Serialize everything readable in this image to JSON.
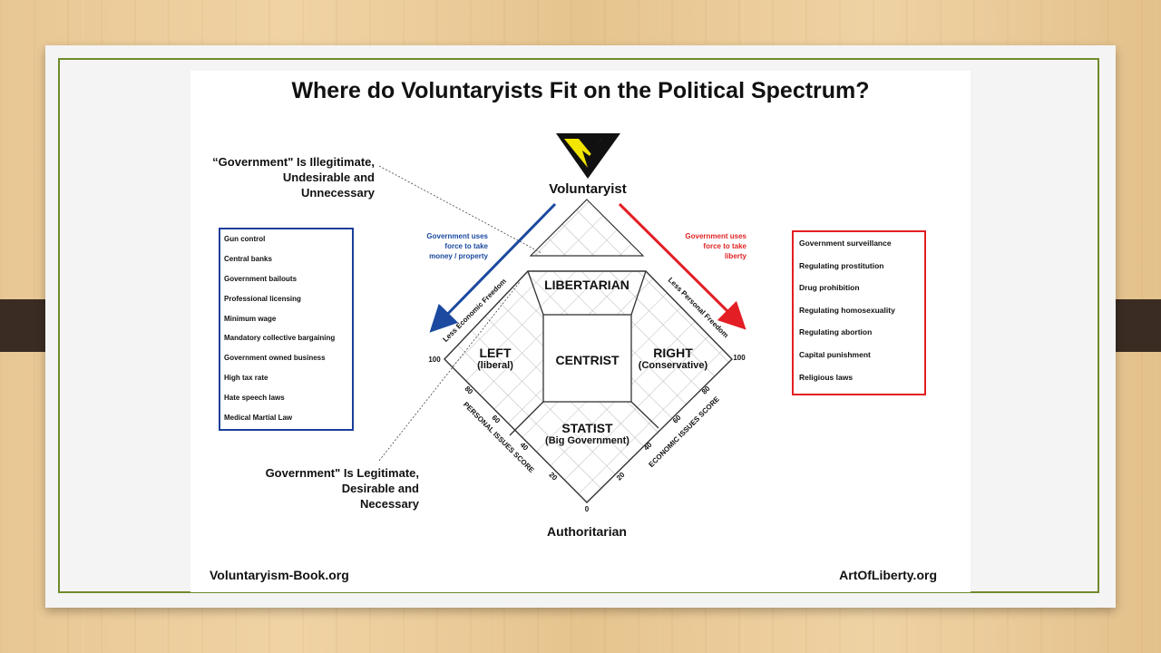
{
  "title": "Where do Voluntaryists Fit on the Political Spectrum?",
  "top_label": "Voluntaryist",
  "bottom_label": "Authoritarian",
  "note_top": [
    "“Government\" Is Illegitimate,",
    "Undesirable and",
    "Unnecessary"
  ],
  "note_bottom": [
    "Government\" Is Legitimate,",
    "Desirable and",
    "Necessary"
  ],
  "left_arrow_note": [
    "Government uses",
    "force to take",
    "money / property"
  ],
  "right_arrow_note": [
    "Government uses",
    "force to take",
    "liberty"
  ],
  "left_list": [
    "Gun control",
    "Central banks",
    "Government bailouts",
    "Professional licensing",
    "Minimum wage",
    "Mandatory collective bargaining",
    "Government owned business",
    "High tax rate",
    "Hate speech laws",
    "Medical Martial Law"
  ],
  "right_list": [
    "Government surveillance",
    "Regulating prostitution",
    "Drug prohibition",
    "Regulating homosexuality",
    "Regulating abortion",
    "Capital punishment",
    "Religious laws"
  ],
  "regions": {
    "libertarian": "LIBERTARIAN",
    "left": "LEFT",
    "left_sub": "(liberal)",
    "centrist": "CENTRIST",
    "right": "RIGHT",
    "right_sub": "(Conservative)",
    "statist": "STATIST",
    "statist_sub": "(Big Government)"
  },
  "axes": {
    "left_edge": "Less Economic Freedom",
    "right_edge": "Less Personal Freedom",
    "personal": "PERSONAL ISSUES SCORE",
    "economic": "ECONOMIC ISSUES SCORE",
    "left_max": "100",
    "right_max": "100",
    "bottom_zero": "0",
    "personal_ticks": [
      "80",
      "60",
      "40",
      "20"
    ],
    "economic_ticks": [
      "20",
      "40",
      "60",
      "80"
    ]
  },
  "footer_left": "Voluntaryism-Book.org",
  "footer_right": "ArtOfLiberty.org",
  "colors": {
    "blue": "#1b4aa0",
    "red": "#e31e24",
    "frame": "#6f8a2b",
    "logo_yellow": "#f2e500"
  }
}
